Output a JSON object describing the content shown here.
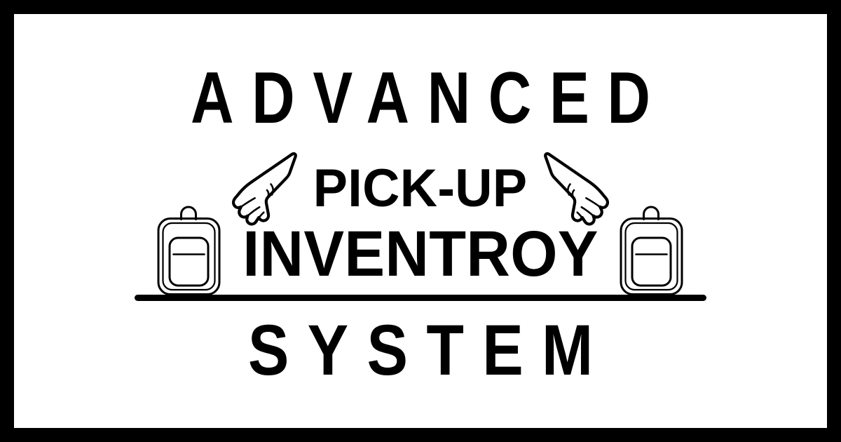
{
  "poster": {
    "border_color": "#000000",
    "background_color": "#ffffff",
    "ink_color": "#000000",
    "title_line_1": "ADVANCED",
    "title_line_2": "PICK-UP",
    "title_line_3": "INVENTROY",
    "title_line_4": "SYSTEM",
    "full_title": "ADVANCED PICK-UP INVENTROY SYSTEM"
  },
  "icons": {
    "hand_left": "pointing-hand-down-left-icon",
    "hand_right": "pointing-hand-down-right-icon",
    "backpack_left": "backpack-icon",
    "backpack_right": "backpack-icon",
    "divider": "horizontal-rule"
  }
}
